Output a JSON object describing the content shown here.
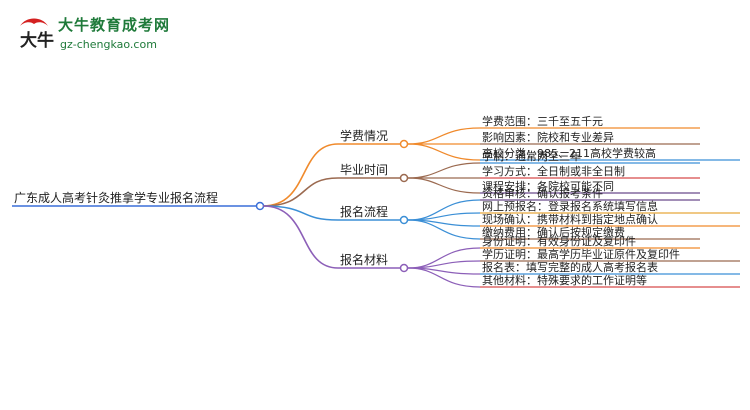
{
  "logo": {
    "title": "大牛教育成考网",
    "url": "gz-chengkao.com",
    "mark_text": "大牛"
  },
  "colors": {
    "root": "#3a6fd8",
    "branch1": "#f08a2c",
    "branch2": "#9b6a50",
    "branch3": "#3b8fd6",
    "branch4": "#8c5fb8",
    "leaf_lines": [
      "#f08a2c",
      "#9b6a50",
      "#3b8fd6",
      "#d84a4a",
      "#6a4a8c",
      "#e6a83a"
    ]
  },
  "mindmap": {
    "root": "广东成人高考针灸推拿学专业报名流程",
    "branches": [
      {
        "label": "学费情况",
        "leaves": [
          "学费范围：三千至五千元",
          "影响因素：院校和专业差异",
          "高校分类：985、211高校学费较高"
        ]
      },
      {
        "label": "毕业时间",
        "leaves": [
          "学制：通常两至三年",
          "学习方式：全日制或非全日制",
          "课程安排：各院校可能不同"
        ]
      },
      {
        "label": "报名流程",
        "leaves": [
          "资格审核：确认报考条件",
          "网上预报名：登录报名系统填写信息",
          "现场确认：携带材料到指定地点确认",
          "缴纳费用：确认后按规定缴费"
        ]
      },
      {
        "label": "报名材料",
        "leaves": [
          "身份证明：有效身份证及复印件",
          "学历证明：最高学历毕业证原件及复印件",
          "报名表：填写完整的成人高考报名表",
          "其他材料：特殊要求的工作证明等"
        ]
      }
    ]
  }
}
